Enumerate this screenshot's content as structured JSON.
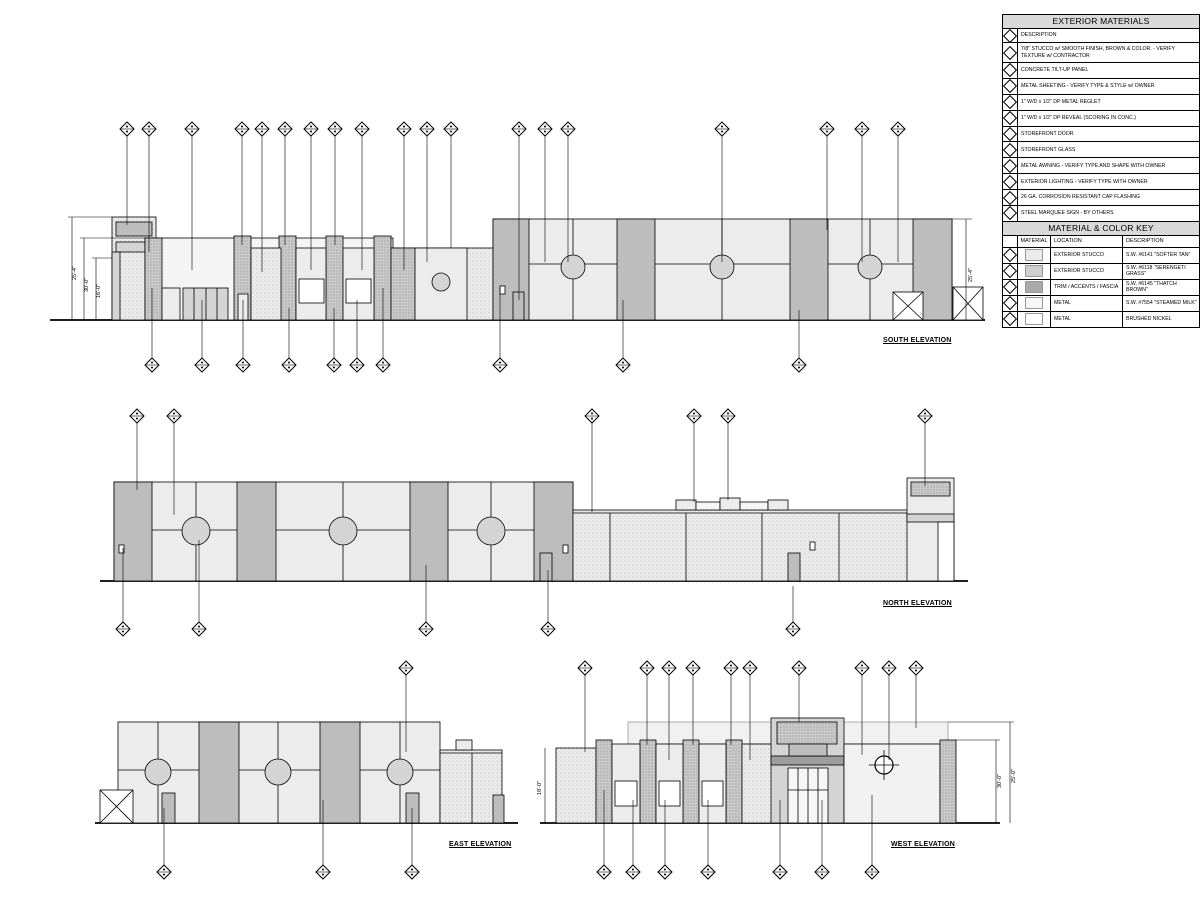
{
  "materials_table": {
    "title": "EXTERIOR MATERIALS",
    "header": "DESCRIPTION",
    "items": [
      "7/8\" STUCCO w/ SMOOTH FINISH, BROWN & COLOR. - VERIFY TEXTURE w/ CONTRACTOR",
      "CONCRETE TILT-UP PANEL",
      "METAL SHEETING - VERIFY TYPE & STYLE w/ OWNER",
      "1\" W/D x 1/2\" DP METAL REGLET",
      "1\" W/D x 1/2\" DP REVEAL (SCORING IN CONC.)",
      "STOREFRONT DOOR",
      "STOREFRONT GLASS",
      "METAL AWNING - VERIFY TYPE AND SHAPE WITH OWNER",
      "EXTERIOR LIGHTING - VERIFY TYPE WITH OWNER",
      "26 GA. CORROSION RESISTANT CAP FLASHING",
      "STEEL MARQUEE SIGN - BY OTHERS"
    ]
  },
  "color_key": {
    "title": "MATERIAL & COLOR KEY",
    "headers": {
      "material": "MATERIAL",
      "location": "LOCATION",
      "description": "DESCRIPTION"
    },
    "rows": [
      {
        "location": "EXTERIOR STUCCO",
        "description": "S.W. #6141 \"SOFTER TAN\"",
        "swatch": "#ececec"
      },
      {
        "location": "EXTERIOR STUCCO",
        "description": "S.W. #6118 \"SERENGETI GRASS\"",
        "swatch": "#cfcfcf"
      },
      {
        "location": "TRIM / ACCENTS / FASCIA",
        "description": "S.W. #6145 \"THATCH BROWN\"",
        "swatch": "#a9a9a9"
      },
      {
        "location": "METAL",
        "description": "S.W. #7554 \"STEAMED MILK\"",
        "swatch": "#f6f6f6"
      },
      {
        "location": "METAL",
        "description": "BRUSHED NICKEL",
        "swatch": "#ffffff"
      }
    ]
  },
  "elevation_titles": {
    "south": "SOUTH ELEVATION",
    "north": "NORTH ELEVATION",
    "east": "EAST ELEVATION",
    "west": "WEST ELEVATION"
  },
  "dimensions": {
    "south_left": [
      "25'-4\"",
      "30'-0\"",
      "16'-0\""
    ],
    "south_right": "25'-4\"",
    "west_left": "18'-0\"",
    "west_right": [
      "30'-0\"",
      "25'-0\""
    ]
  },
  "colors": {
    "line": "#000000",
    "wall_light": "#ececec",
    "wall_mid": "#d4d4d4",
    "wall_dark": "#bdbdbd",
    "texture": "#e2e2e2"
  }
}
